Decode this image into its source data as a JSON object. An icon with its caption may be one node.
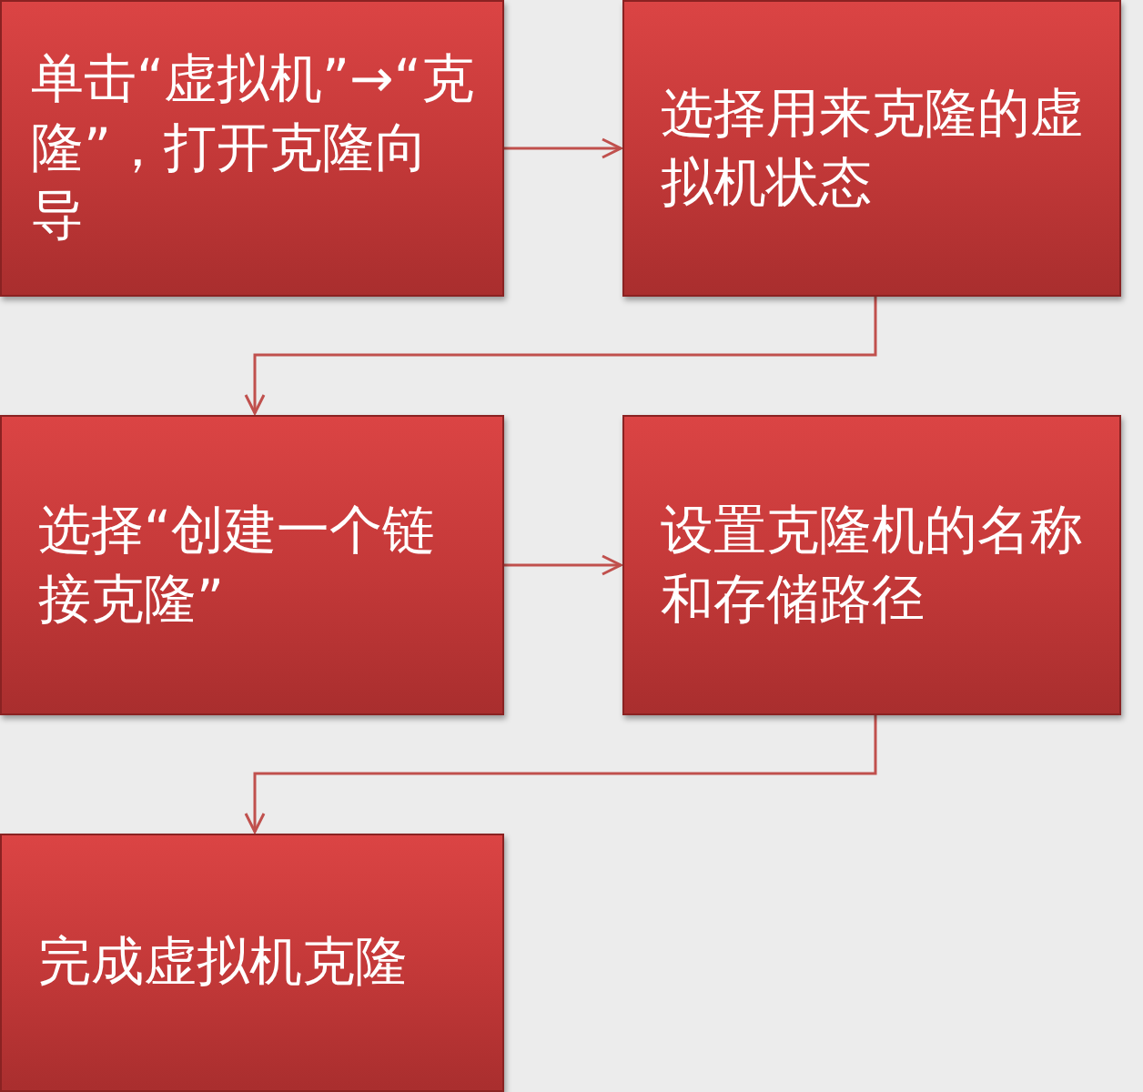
{
  "diagram": {
    "nodes": [
      {
        "text": [
          "单击“虚拟机”→“克隆”，打开克隆向导"
        ]
      },
      {
        "text": [
          "选择用来克隆的虚拟机状态"
        ]
      },
      {
        "text": [
          "选择“创建一个链接克隆”"
        ]
      },
      {
        "text": [
          "设置克隆机的名称和存储路径"
        ]
      },
      {
        "text": [
          "完成虚拟机克隆"
        ]
      }
    ],
    "edges": [
      {
        "from": 0,
        "to": 1,
        "arrow": "to"
      },
      {
        "from": 1,
        "to": 2,
        "arrow": "to"
      },
      {
        "from": 2,
        "to": 3,
        "arrow": "to"
      },
      {
        "from": 3,
        "to": 4,
        "arrow": "to"
      }
    ]
  }
}
